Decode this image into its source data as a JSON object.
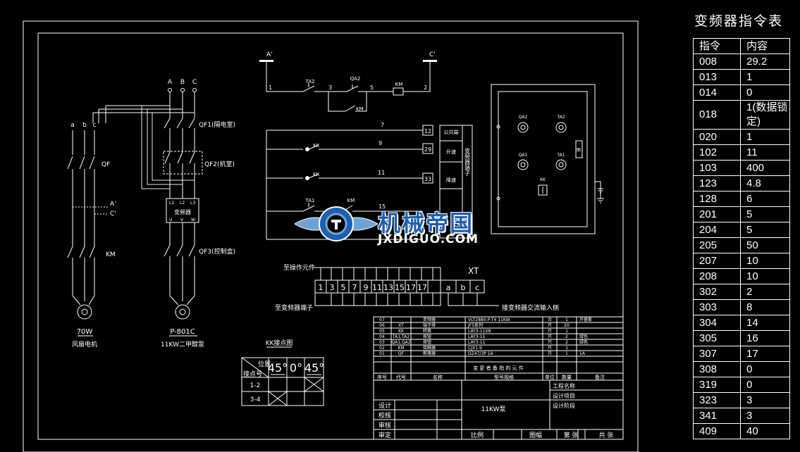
{
  "command_table": {
    "title": "变频器指令表",
    "headers": [
      "指令",
      "内容"
    ],
    "rows": [
      [
        "008",
        "29.2"
      ],
      [
        "013",
        "1"
      ],
      [
        "014",
        "0"
      ],
      [
        "018",
        "1(数据锁定)"
      ],
      [
        "020",
        "1"
      ],
      [
        "102",
        "11"
      ],
      [
        "103",
        "400"
      ],
      [
        "123",
        "4.8"
      ],
      [
        "128",
        "6"
      ],
      [
        "201",
        "5"
      ],
      [
        "204",
        "5"
      ],
      [
        "205",
        "50"
      ],
      [
        "207",
        "10"
      ],
      [
        "208",
        "10"
      ],
      [
        "302",
        "2"
      ],
      [
        "303",
        "8"
      ],
      [
        "304",
        "14"
      ],
      [
        "305",
        "16"
      ],
      [
        "307",
        "17"
      ],
      [
        "308",
        "0"
      ],
      [
        "319",
        "0"
      ],
      [
        "323",
        "3"
      ],
      [
        "341",
        "3"
      ],
      [
        "409",
        "40"
      ]
    ]
  },
  "power_circuit": {
    "phase_a": "A",
    "phase_b": "B",
    "phase_c": "C",
    "small_a": "a",
    "small_b": "b",
    "small_c": "c",
    "qf1": "QF1(隔电室)",
    "qf2": "QF2(机室)",
    "qf3": "QF3(控制盒)",
    "qf": "QF",
    "km": "KM",
    "a_prime": "A'",
    "c_prime": "C'",
    "l1": "L1",
    "l2": "L2",
    "l3": "L3",
    "vfd_box": "变频器",
    "u": "U",
    "v": "V",
    "w": "W",
    "motor1_power": "70W",
    "motor1_name": "风扇电机",
    "motor2_model": "P-801C",
    "motor2_name": "11KW二甲醇泵"
  },
  "control_circuit": {
    "top_left": "A'",
    "top_right": "C'",
    "n1": "1",
    "n2": "2",
    "n3": "3",
    "n5": "5",
    "n7": "7",
    "n9": "9",
    "n11": "11",
    "n15": "15",
    "ta2": "TA2",
    "qa2": "QA2",
    "km": "KM",
    "km2": "KM",
    "kk1": "KK",
    "kk2": "KK",
    "ta1": "TA1",
    "km3": "KM",
    "t12": "12",
    "t29": "29",
    "t33": "33",
    "com": "公共端",
    "up": "升速",
    "down": "降速",
    "vfd_terminal": "变频器端子"
  },
  "panel": {
    "qa2": "QA2",
    "ta2": "TA2",
    "qa1": "QA1",
    "ta1": "TA1",
    "kk": "KK",
    "side": "图"
  },
  "terminal_strip": {
    "to_op": "至操作元件",
    "cells": [
      "1",
      "3",
      "5",
      "7",
      "9",
      "11",
      "13",
      "15",
      "17",
      "a",
      "b",
      "c"
    ],
    "xt": "XT",
    "to_vfd": "至变频器端子",
    "to_input": "接变频器交流输入侧"
  },
  "kk_table": {
    "title": "KK接点图",
    "pos": "位置",
    "contact": "接点号",
    "a1": "45°",
    "a2": "0°",
    "a3": "45°",
    "r1": "1-2",
    "r2": "3-4"
  },
  "bom": {
    "rows": [
      [
        "07",
        "",
        "变频器",
        "VLT2880-P-T4  11KW",
        "台",
        "1",
        "开普斯"
      ],
      [
        "06",
        "XT",
        "端子排",
        "JF5系列",
        "只",
        "20",
        ""
      ],
      [
        "05",
        "KK",
        "转换",
        "LAY3-11X8",
        "只",
        "1",
        ""
      ],
      [
        "04",
        "TA1,TA2",
        "按钮",
        "LAY3-11",
        "只",
        "2",
        "绿色"
      ],
      [
        "03",
        "QA1,QA2",
        "按钮",
        "LAY3-11",
        "只",
        "2",
        "绿色"
      ],
      [
        "02",
        "KM",
        "接触器",
        "CJX1-9",
        "只",
        "1",
        ""
      ],
      [
        "01",
        "QF",
        "断路器",
        "DZ47/3P 1A",
        "只",
        "1",
        "1A"
      ]
    ],
    "group_title": "变  更  者  备  指  的  元  件",
    "h_no": "序号",
    "h_code": "代号",
    "h_name": "名称",
    "h_spec": "型号规格",
    "h_unit": "单位",
    "h_qty": "数量",
    "h_note": "备注",
    "proj_name": "工程名称",
    "design_item": "设计项目",
    "design_stage": "设计阶段",
    "design": "设计",
    "check": "校核",
    "review": "审核",
    "approve": "审定",
    "drawing_name": "11KW泵",
    "scale": "比例",
    "sheet": "图幅",
    "page": "第   张",
    "total": "共   张"
  },
  "watermark": {
    "cn": "机械帝国",
    "en": "JXDIGUO.COM"
  },
  "colors": {
    "background": "#000000",
    "lines": "#ffffff",
    "watermark_blue": "#1d5fb0"
  }
}
